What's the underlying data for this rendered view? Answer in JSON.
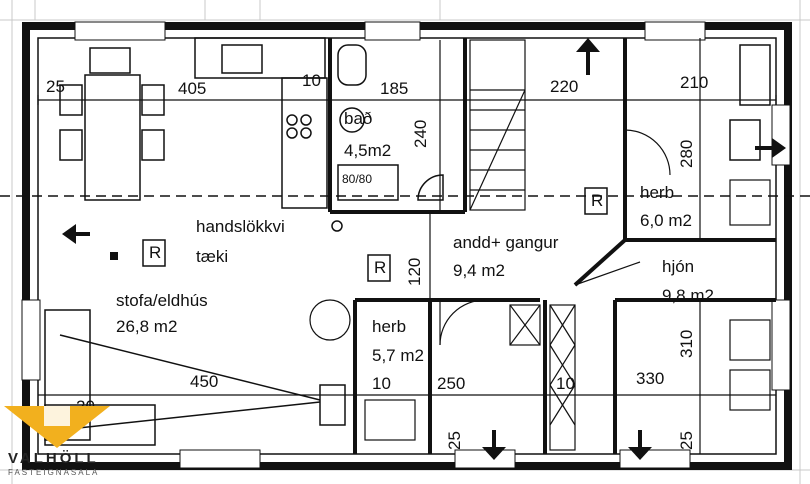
{
  "rooms": {
    "stofa_name": "stofa/eldhús",
    "stofa_area": "26,8 m2",
    "handslokkvi": "handslökkvi",
    "taeki": "tæki",
    "bad_name": "bað",
    "bad_area": "4,5m2",
    "andd_name": "andd+ gangur",
    "andd_area": "9,4 m2",
    "herb1_name": "herb",
    "herb1_area": "6,0 m2",
    "hjon_name": "hjón",
    "hjon_area": "9,8 m2",
    "herb2_name": "herb",
    "herb2_area": "5,7 m2"
  },
  "dimensions": {
    "d25_top": "25",
    "d405": "405",
    "d10_top": "10",
    "d185": "185",
    "d220": "220",
    "d210": "210",
    "d240": "240",
    "d280": "280",
    "d120": "120",
    "d310": "310",
    "d450": "450",
    "d10_a": "10",
    "d250": "250",
    "d10_b": "10",
    "d330": "330",
    "d20": "20",
    "d25_a": "25",
    "d25_b": "25",
    "washer": "80/80"
  },
  "markers": {
    "r1": "R",
    "r2": "R",
    "r3": "R"
  },
  "logo": {
    "name": "VALHÖLL",
    "sub": "FASTEIGNASALA",
    "color": "#f2b01e"
  }
}
